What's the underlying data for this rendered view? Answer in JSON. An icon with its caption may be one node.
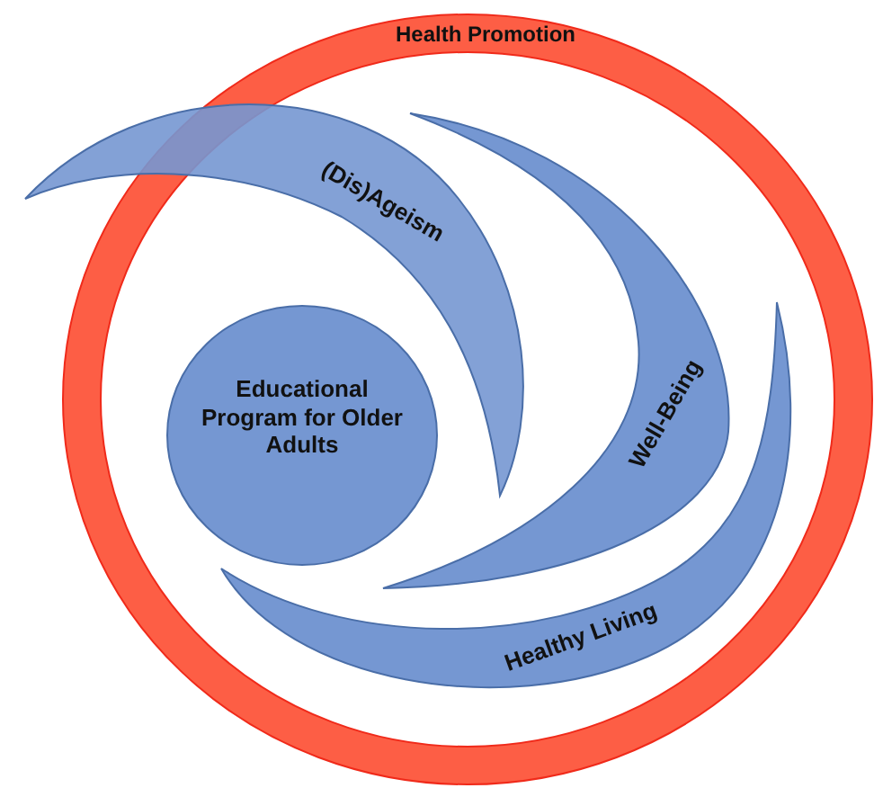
{
  "diagram": {
    "nodes": [
      {
        "text": [
          "Health Promotion"
        ]
      },
      {
        "text": [
          "(Dis)Ageism"
        ]
      },
      {
        "text": [
          "Well-Being"
        ],
        "in": 0
      },
      {
        "text": [
          "Healthy Living"
        ],
        "in": 0
      },
      {
        "text": [
          "Educational Program for Older Adults"
        ],
        "in": 0
      }
    ]
  }
}
